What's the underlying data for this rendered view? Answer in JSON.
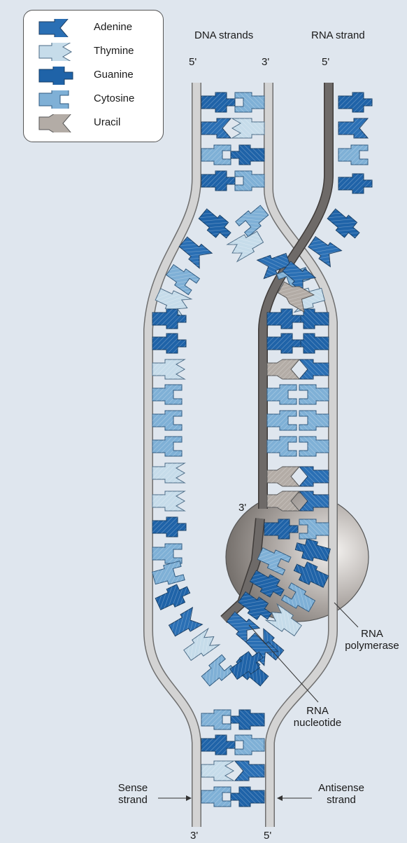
{
  "legend": {
    "items": [
      {
        "key": "adenine",
        "label": "Adenine"
      },
      {
        "key": "thymine",
        "label": "Thymine"
      },
      {
        "key": "guanine",
        "label": "Guanine"
      },
      {
        "key": "cytosine",
        "label": "Cytosine"
      },
      {
        "key": "uracil",
        "label": "Uracil"
      }
    ]
  },
  "labels": {
    "dna_strands": "DNA strands",
    "rna_strand": "RNA strand",
    "rna_polymerase": "RNA\npolymerase",
    "rna_nucleotide": "RNA\nnucleotide",
    "sense_strand": "Sense\nstrand",
    "antisense_strand": "Antisense\nstrand"
  },
  "ends": {
    "dna_left_top": "5'",
    "dna_right_top": "3'",
    "rna_top": "5'",
    "rna_bottom": "3'",
    "dna_left_bottom": "3'",
    "dna_right_bottom": "5'"
  },
  "colors": {
    "adenine": "#2a6fb4",
    "thymine": "#c6dcea",
    "guanine": "#1f63a8",
    "cytosine": "#7fb0d6",
    "uracil": "#b3aca6",
    "dna_strand": "#cfcfcf",
    "rna_strand": "#6e6a68",
    "polymerase": "#8c8682",
    "background": "#dfe6ee"
  }
}
